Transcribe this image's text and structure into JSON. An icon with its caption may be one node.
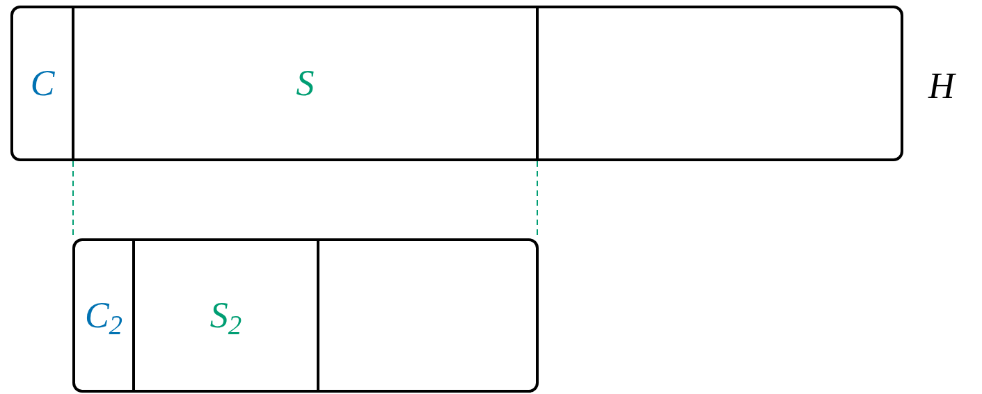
{
  "diagram": {
    "nodes": [
      {
        "text": [],
        "shape": "box",
        "beside": [
          "H"
        ]
      },
      {
        "text": [
          "C"
        ],
        "in": 0
      },
      {
        "text": [
          "S"
        ],
        "in": 0
      },
      {
        "text": [],
        "shape": "box",
        "in": 0
      },
      {
        "text": [],
        "shape": "box"
      },
      {
        "text": [
          "C$_{2}$"
        ],
        "in": 4
      },
      {
        "text": [
          "S$_{2}$"
        ],
        "in": 4
      },
      {
        "text": [],
        "shape": "box",
        "in": 4
      }
    ],
    "edges": [
      {
        "from": 2,
        "to": 4,
        "arrow": "none",
        "style": "dashed",
        "color": "#009e73"
      },
      {
        "from": 2,
        "to": 4,
        "arrow": "none",
        "style": "dashed",
        "color": "#009e73"
      }
    ]
  }
}
